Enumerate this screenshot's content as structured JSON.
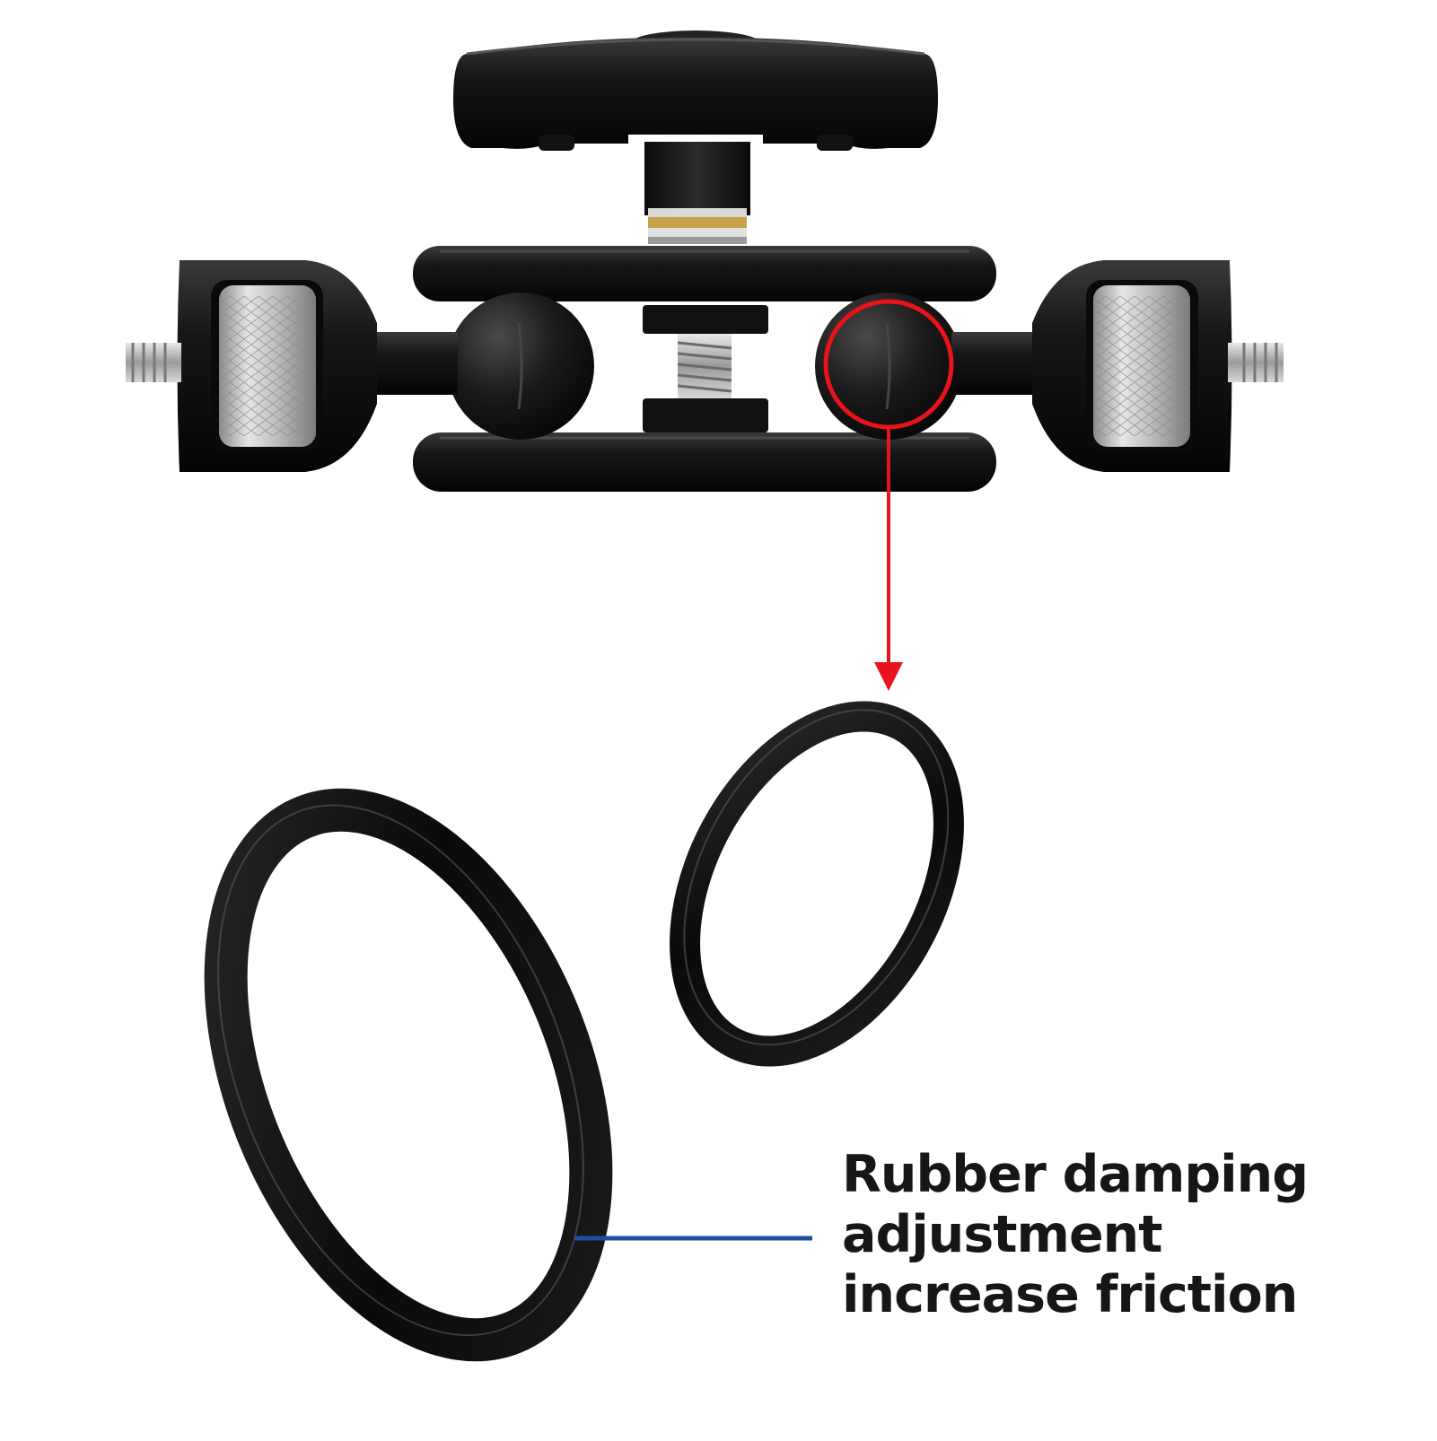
{
  "caption": {
    "lines": [
      "Rubber damping",
      "adjustment",
      "increase friction"
    ]
  },
  "colors": {
    "background": "#ffffff",
    "metal_black": "#141414",
    "highlight_circle": "#e8131b",
    "callout_arrow": "#e8131b",
    "leader_line": "#1f4e9c",
    "knurled_knob": "#c9c9c9",
    "brass_ring": "#c9a24a"
  },
  "icons": [
    "ball-head-mount-icon",
    "o-ring-icon"
  ]
}
